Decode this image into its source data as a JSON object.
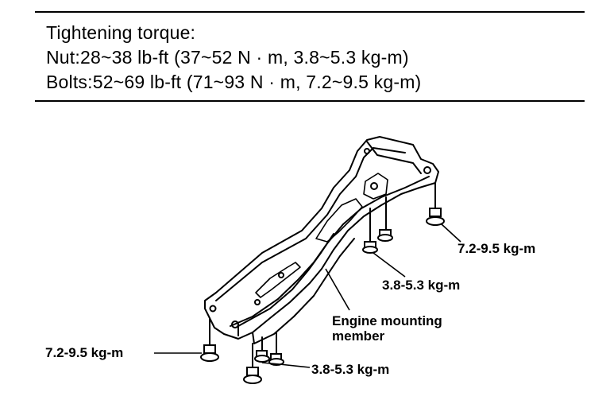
{
  "spec": {
    "title": "Tightening torque:",
    "nut_line": "Nut:28~38 lb-ft (37~52 N · m, 3.8~5.3 kg-m)",
    "bolts_line": "Bolts:52~69 lb-ft (71~93 N · m, 7.2~9.5 kg-m)"
  },
  "figure": {
    "label_right_bolt": "7.2-9.5 kg-m",
    "label_right_nut": "3.8-5.3 kg-m",
    "label_member": "Engine mounting",
    "label_member_2": "member",
    "label_left_bolt": "7.2-9.5 kg-m",
    "label_bottom_nut": "3.8-5.3 kg-m"
  }
}
